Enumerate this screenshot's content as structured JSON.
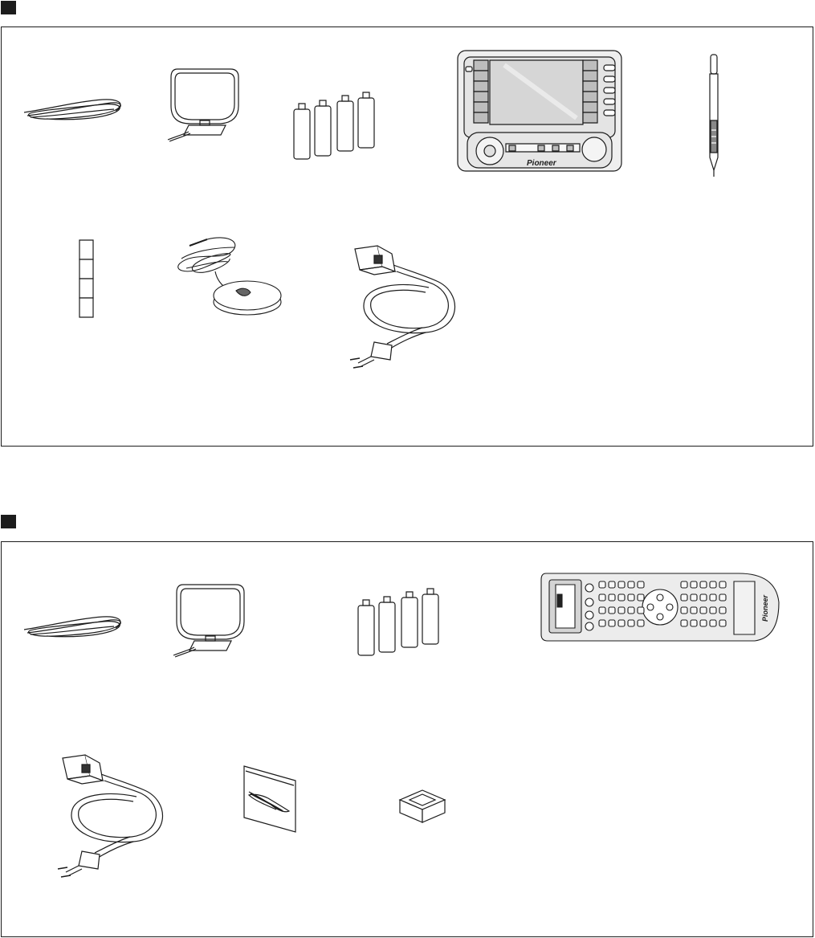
{
  "colors": {
    "line": "#1c1c1c",
    "marker": "#1c1c1c",
    "screen": "#dcdcdc",
    "device": "#efefef",
    "background": "#ffffff"
  },
  "sections": [
    {
      "id": "section-1",
      "items": [
        {
          "name": "fm-wire-antenna",
          "icon": "coiled-wire-icon"
        },
        {
          "name": "am-loop-antenna",
          "icon": "loop-antenna-icon"
        },
        {
          "name": "aa-batteries-4",
          "icon": "batteries-icon"
        },
        {
          "name": "lcd-touch-remote",
          "icon": "touch-panel-remote-icon",
          "brand": "Pioneer"
        },
        {
          "name": "stylus-pen",
          "icon": "stylus-pen-icon"
        },
        {
          "name": "label-sheet",
          "icon": "label-sheet-icon"
        },
        {
          "name": "setup-microphone",
          "icon": "microphone-icon"
        },
        {
          "name": "ac-power-cord",
          "icon": "power-cord-icon"
        }
      ]
    },
    {
      "id": "section-2",
      "items": [
        {
          "name": "fm-wire-antenna",
          "icon": "coiled-wire-icon"
        },
        {
          "name": "am-loop-antenna",
          "icon": "loop-antenna-icon"
        },
        {
          "name": "aa-batteries-4",
          "icon": "batteries-icon"
        },
        {
          "name": "remote-control",
          "icon": "remote-control-icon",
          "brand": "Pioneer"
        },
        {
          "name": "ac-power-cord",
          "icon": "power-cord-icon"
        },
        {
          "name": "cable-in-bag",
          "icon": "cable-bag-icon"
        },
        {
          "name": "small-box",
          "icon": "box-icon"
        }
      ]
    }
  ]
}
